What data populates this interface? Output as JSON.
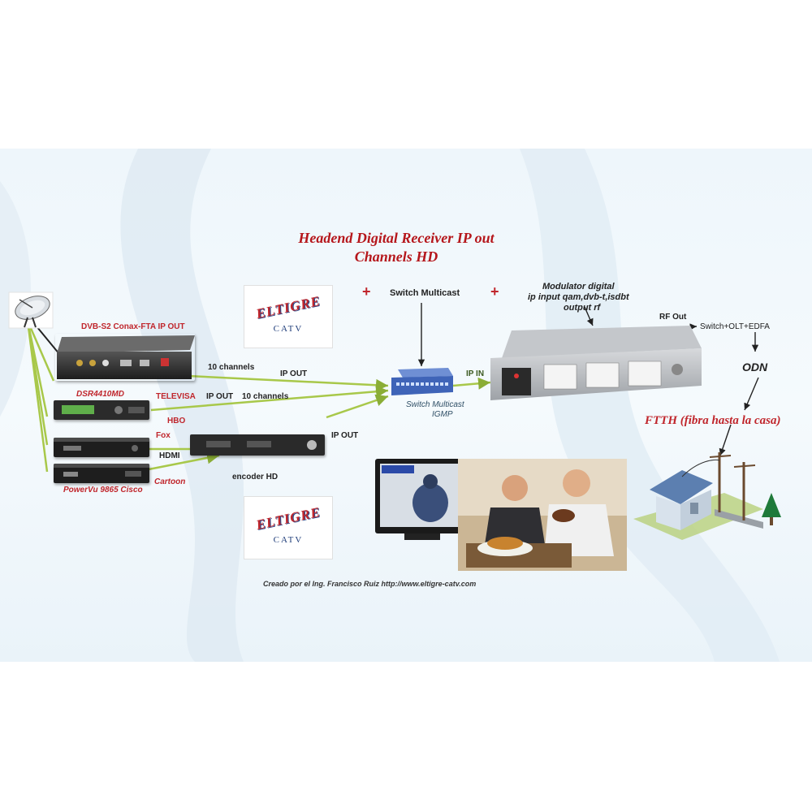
{
  "title": {
    "line1": "Headend Digital Receiver IP out",
    "line2": "Channels HD"
  },
  "logos": [
    {
      "main": "ELTIGRE",
      "sub": "CATV"
    },
    {
      "main": "ELTIGRE",
      "sub": "CATV"
    }
  ],
  "labels": {
    "dvb_s2": "DVB-S2 Conax-FTA IP OUT",
    "ten_channels_1": "10 channels",
    "ip_out_1": "IP OUT",
    "dsr": "DSR4410MD",
    "televisa": "TELEVISA",
    "ip_out_2": "IP OUT",
    "ten_channels_2": "10 channels",
    "hbo": "HBO",
    "fox": "Fox",
    "hdmi": "HDMI",
    "cartoon": "Cartoon",
    "encoder": "encoder HD",
    "ip_out_3": "IP OUT",
    "powervu": "PowerVu 9865 Cisco",
    "plus_1": "+",
    "plus_2": "+",
    "switch_multicast": "Switch Multicast",
    "switch_multicast_igmp_1": "Switch Multicast",
    "switch_multicast_igmp_2": "IGMP",
    "ip_in": "IP IN",
    "modulator_1": "Modulator digital",
    "modulator_2": "ip input qam,dvb-t,isdbt",
    "modulator_3": "output rf",
    "rf_out": "RF Out",
    "switch_olt": "Switch+OLT+EDFA",
    "odn": "ODN",
    "ftth": "FTTH (fibra hasta la casa)",
    "credit": "Creado por el Ing. Francisco Ruiz  http://www.eltigre-catv.com"
  },
  "colors": {
    "title_red": "#b5161b",
    "label_red": "#c0262c",
    "link_green": "#a8c84a",
    "device_dark": "#2a2a2a",
    "modulator_silver": "#b9bcc0",
    "switch_blue": "#3f64b8"
  },
  "icons": [
    "satellite-dish-icon",
    "arrow-icon",
    "house-icon",
    "utility-pole-icon",
    "pine-tree-icon",
    "tv-icon"
  ]
}
